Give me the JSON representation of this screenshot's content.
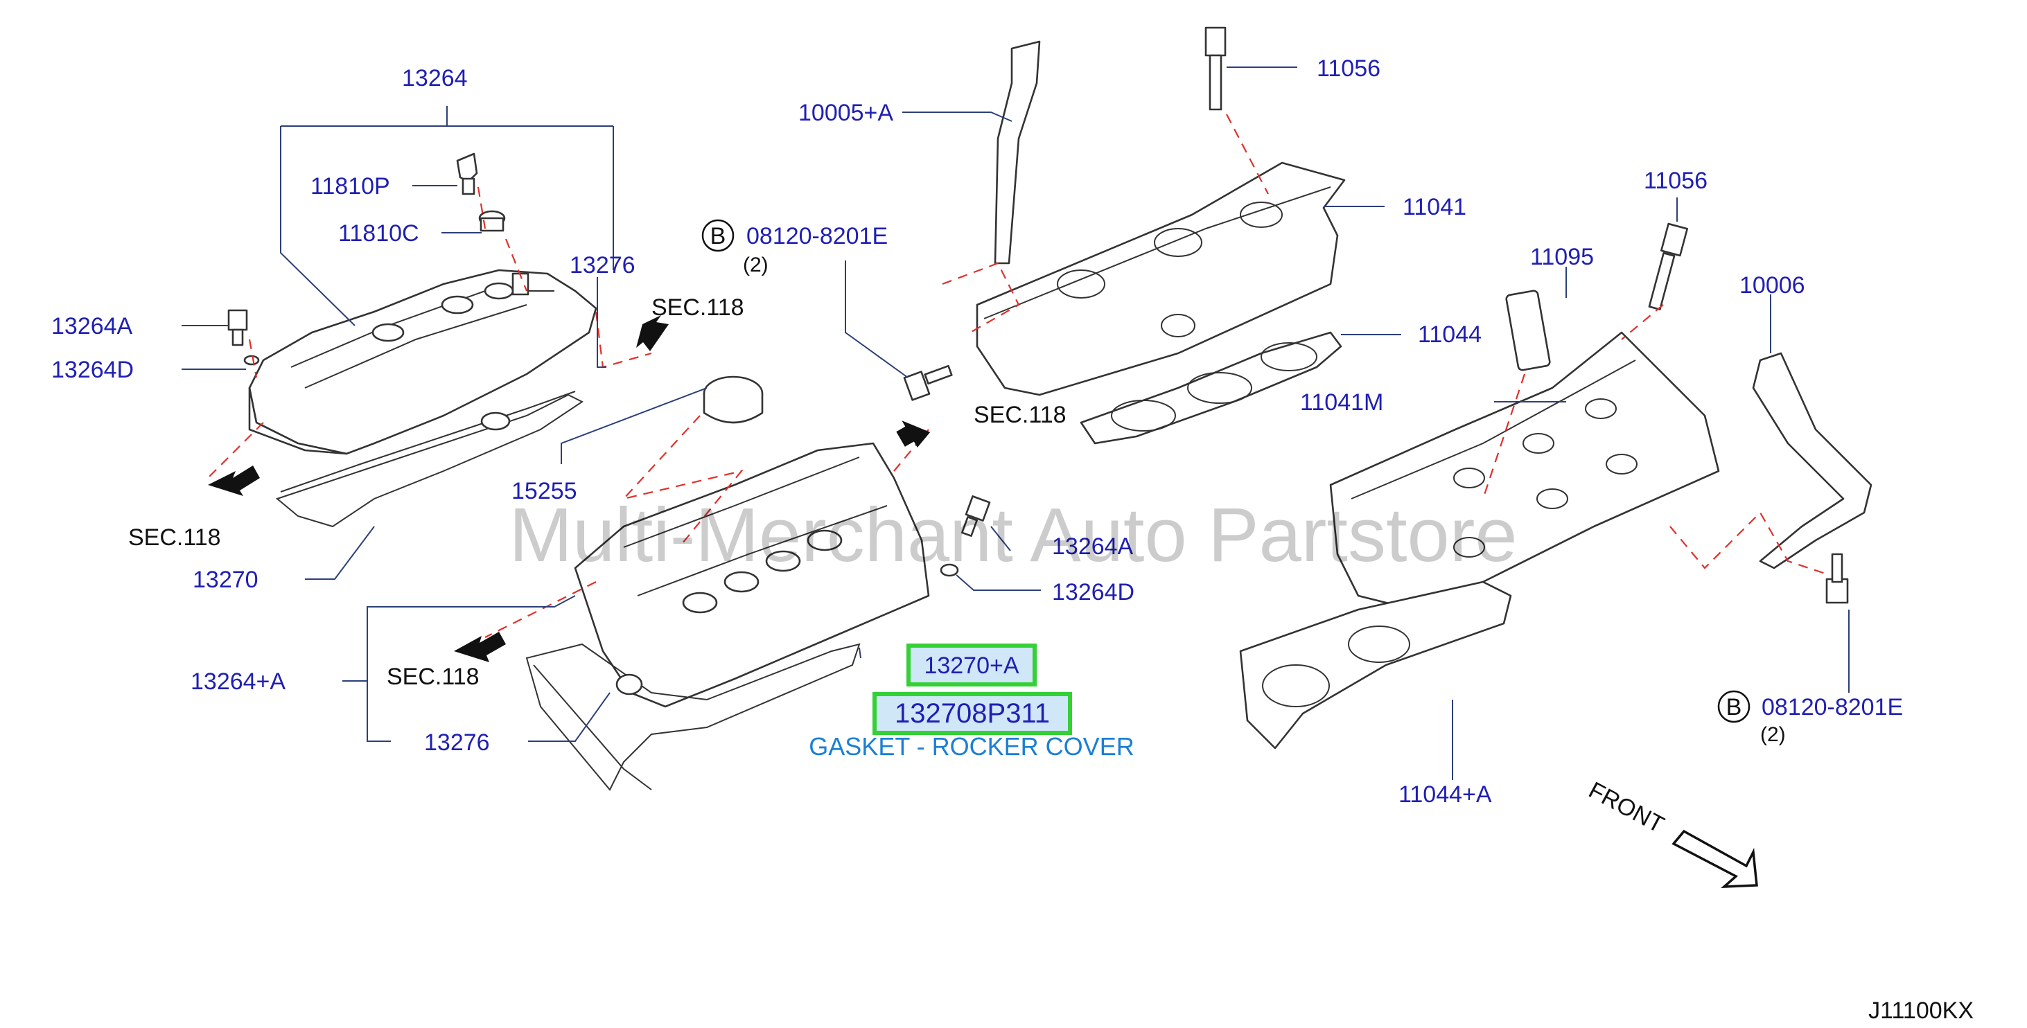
{
  "watermark": "Multi-Merchant Auto Partstore",
  "diagram_code": "J11100KX",
  "direction_label": "FRONT",
  "circle_ref": "B",
  "section_label": "SEC.118",
  "highlighted_parts": [
    "13270+A",
    "132708P311"
  ],
  "highlight_description": "GASKET - ROCKER COVER",
  "highlight_color": "#35d035",
  "callouts": {
    "c13264_top": "13264",
    "c11810p": "11810P",
    "c11810c": "11810C",
    "c13276_top": "13276",
    "c13264a_left": "13264A",
    "c13264d_left": "13264D",
    "c13270": "13270",
    "c15255": "15255",
    "c10005a": "10005+A",
    "c08120_top": "08120-8201E",
    "c08120_top_qty": "(2)",
    "c11056_top": "11056",
    "c11041": "11041",
    "c11044": "11044",
    "c13264a_mid": "13264A",
    "c13264d_mid": "13264D",
    "c13264pa": "13264+A",
    "c13276_bottom": "13276",
    "c11056_right": "11056",
    "c11095": "11095",
    "c10006": "10006",
    "c11041m": "11041M",
    "c11044pa": "11044+A",
    "c08120_right": "08120-8201E",
    "c08120_right_qty": "(2)"
  }
}
